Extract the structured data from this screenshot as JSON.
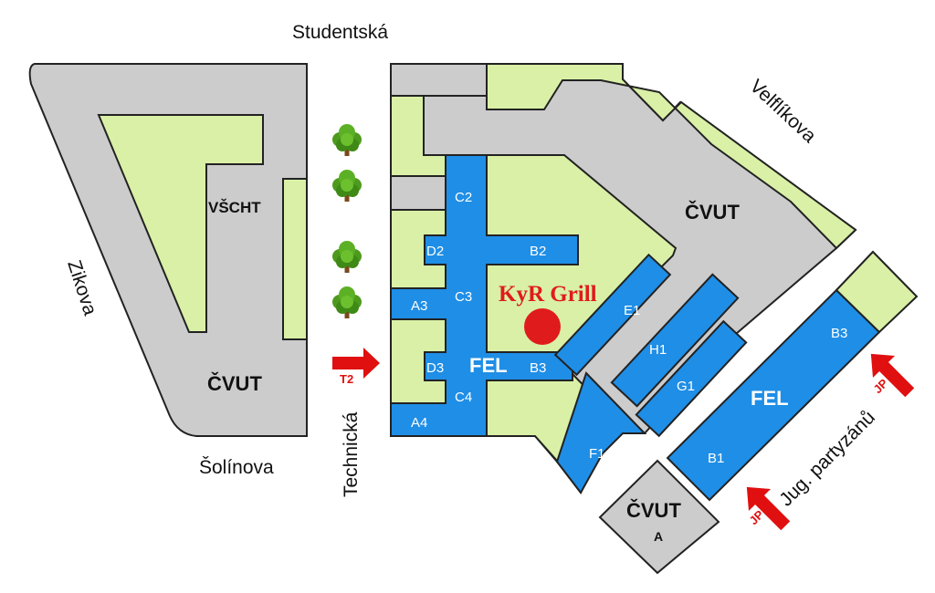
{
  "streets": {
    "studentska": "Studentská",
    "velflikova": "Velflíkova",
    "zikova": "Zikova",
    "solinova": "Šolínova",
    "technicka": "Technická",
    "jug_partyzanu": "Jug. partyzánů"
  },
  "buildings": {
    "vscht": "VŠCHT",
    "cvut_west": "ČVUT",
    "cvut_east": "ČVUT",
    "cvut_a": "ČVUT",
    "cvut_a_letter": "A",
    "fel_main": "FEL",
    "fel_east": "FEL"
  },
  "wings": {
    "c2": "C2",
    "d2": "D2",
    "b2": "B2",
    "a3": "A3",
    "c3": "C3",
    "d3": "D3",
    "b3": "B3",
    "c4": "C4",
    "a4": "A4",
    "e1": "E1",
    "h1": "H1",
    "g1": "G1",
    "f1": "F1",
    "b3_east": "B3",
    "b1": "B1"
  },
  "poi": {
    "name": "KyR Grill",
    "color": "#e01b1b"
  },
  "entrances": {
    "t2": "T2",
    "jp_upper": "JP",
    "jp_lower": "JP"
  },
  "colors": {
    "building_gray": "#cccccc",
    "courtyard_green": "#d9f0a6",
    "fel_blue": "#1f8ee6",
    "arrow_red": "#e01010"
  },
  "icons": {
    "tree": "tree-icon"
  }
}
